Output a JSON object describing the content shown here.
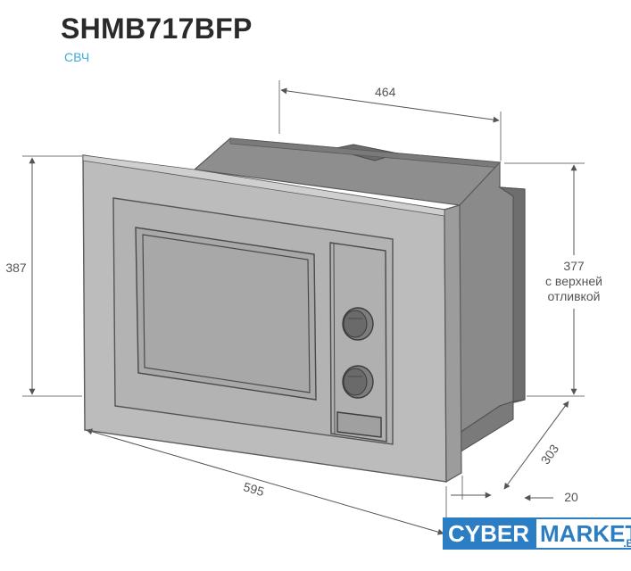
{
  "header": {
    "model": "SHMB717BFP",
    "category": "СВЧ"
  },
  "dimensions": {
    "width_top": "464",
    "height_front": "387",
    "height_body_line1": "377",
    "height_body_line2": "с верхней",
    "height_body_line3": "отливкой",
    "width_front": "595",
    "depth": "303",
    "frame": "20"
  },
  "logo": {
    "part1": "CYBER",
    "part2": "MARKET",
    "tld": ".BY"
  },
  "colors": {
    "frame": "#b9b9b9",
    "frame_edge": "#5f5f5f",
    "body_dark": "#8c8c8c",
    "body_darker": "#767676",
    "window": "#a6a6a6",
    "accent": "#3aaed8",
    "logo_blue": "#2c7ec4"
  }
}
